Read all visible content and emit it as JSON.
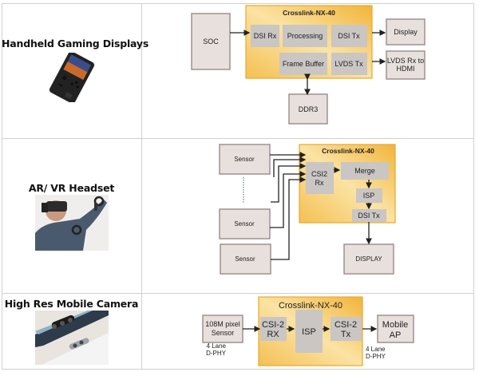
{
  "rows": [
    {
      "title": "Handheld Gaming Displays",
      "image": "handheld-game-console-photo",
      "diagram": {
        "chip_title": "Crosslink-NX-40",
        "external": {
          "soc": "SOC",
          "ddr3": "DDR3",
          "display": "Display",
          "lvds_hdmi": [
            "LVDS Rx to",
            "HDMI"
          ]
        },
        "blocks": {
          "dsi_rx": "DSI Rx",
          "processing": "Processing",
          "dsi_tx": "DSI Tx",
          "frame_buffer": "Frame Buffer",
          "lvds_tx": "LVDS Tx"
        }
      }
    },
    {
      "title": "AR/ VR Headset",
      "image": "vr-headset-user-photo",
      "diagram": {
        "chip_title": "Crosslink-NX-40",
        "external": {
          "sensors": [
            "Sensor",
            "Sensor",
            "Sensor"
          ],
          "display": "DISPLAY"
        },
        "blocks": {
          "csi2_rx": [
            "CSI2",
            "Rx"
          ],
          "merge": "Merge",
          "isp": "ISP",
          "dsi_tx": "DSI Tx"
        }
      }
    },
    {
      "title": "High Res Mobile Camera",
      "image": "smartphone-camera-photo",
      "diagram": {
        "chip_title": "Crosslink-NX-40",
        "external": {
          "sensor": [
            "108M pixel",
            "Sensor"
          ],
          "mobile_ap": [
            "Mobile",
            "AP"
          ]
        },
        "blocks": {
          "csi2_rx": [
            "CSI-2",
            "RX"
          ],
          "isp": "ISP",
          "csi2_tx": [
            "CSI-2",
            "Tx"
          ]
        },
        "link_labels": {
          "input": [
            "4 Lane",
            "D-PHY"
          ],
          "output": [
            "4 Lane",
            "D-PHY"
          ]
        }
      }
    }
  ],
  "colors": {
    "chip_fill_light": "#fdf0c8",
    "chip_fill_dark": "#f2b43a",
    "chip_border": "#e8a82a",
    "block": "#c9c6c4",
    "external_box": "#e8e0dc"
  }
}
